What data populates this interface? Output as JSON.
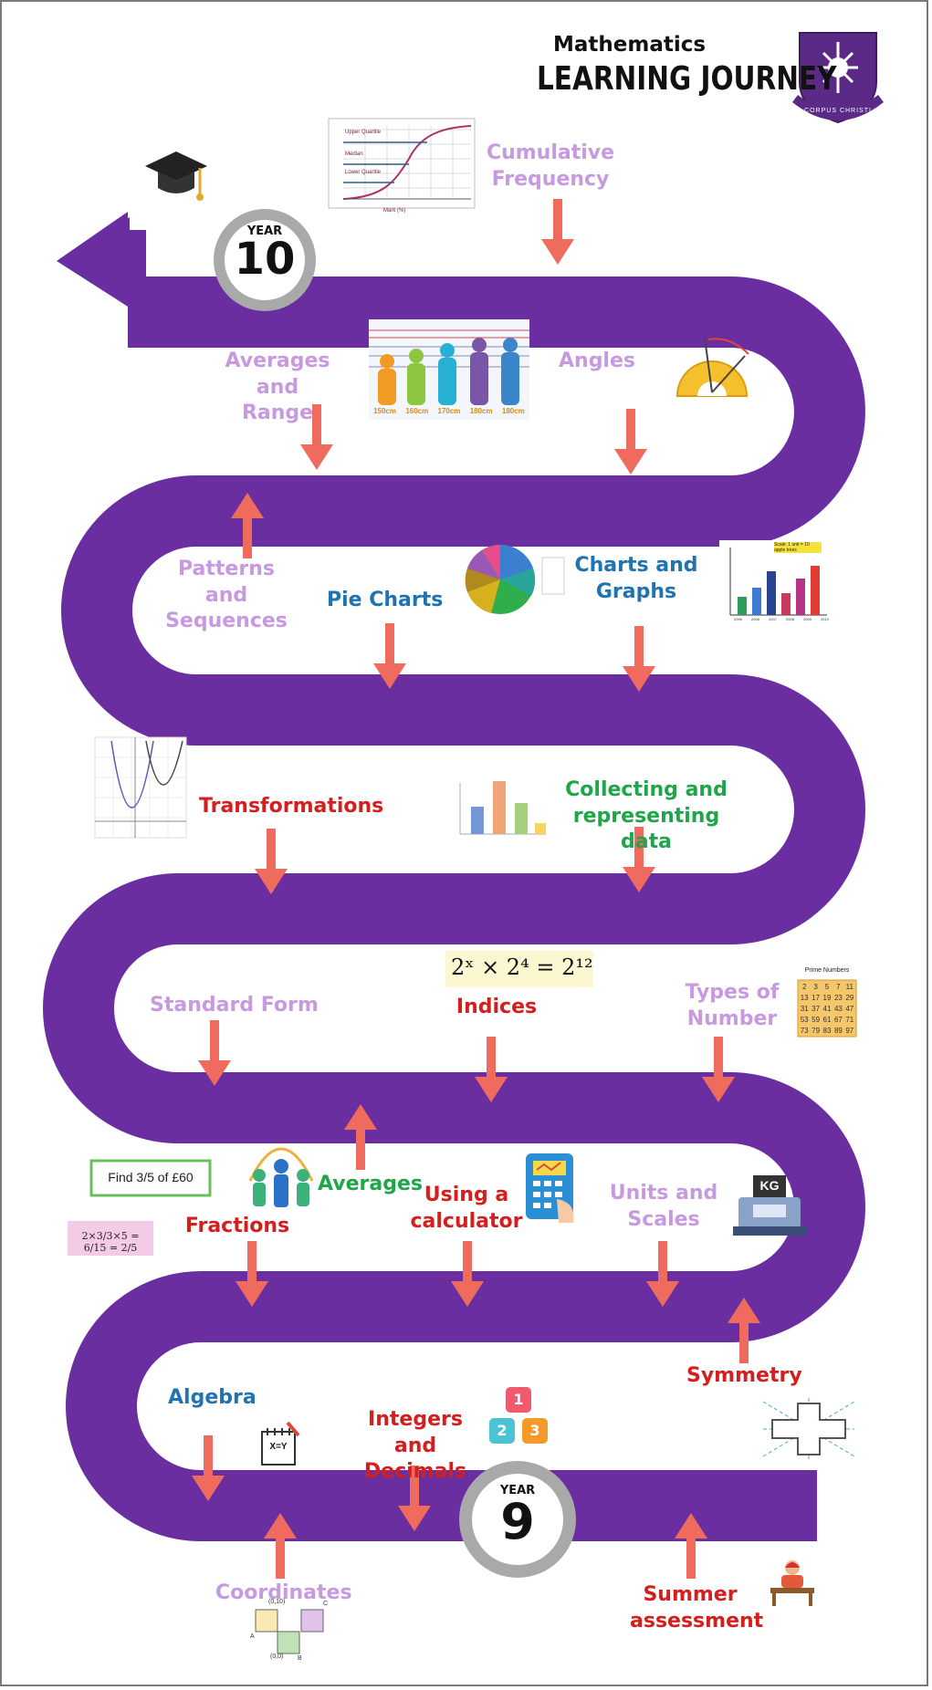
{
  "header": {
    "subtitle": "Mathematics",
    "title": "LEARNING JOURNEY",
    "crest_text": "CORPUS CHRISTI"
  },
  "badges": {
    "year10": {
      "word": "YEAR",
      "number": "10"
    },
    "year9": {
      "word": "YEAR",
      "number": "9"
    }
  },
  "topics": {
    "cumulative_frequency": "Cumulative\nFrequency",
    "averages_range": "Averages and\nRange",
    "angles": "Angles",
    "patterns_sequences": "Patterns and\nSequences",
    "pie_charts": "Pie Charts",
    "charts_graphs": "Charts and\nGraphs",
    "transformations": "Transformations",
    "collecting_data": "Collecting and\nrepresenting data",
    "standard_form": "Standard Form",
    "indices": "Indices",
    "types_of_number": "Types of\nNumber",
    "averages": "Averages",
    "using_calculator": "Using a\ncalculator",
    "units_scales": "Units and\nScales",
    "fractions": "Fractions",
    "algebra": "Algebra",
    "integers_decimals": "Integers and\nDecimals",
    "symmetry": "Symmetry",
    "coordinates": "Coordinates",
    "summer_assessment": "Summer\nassessment"
  },
  "images": {
    "height_labels": [
      "150cm",
      "160cm",
      "170cm",
      "180cm",
      "180cm"
    ],
    "cf_labels": [
      "Upper Quartile",
      "Median",
      "Lower Quartile"
    ],
    "cf_xlabel": "Mark (%)",
    "indices_equation": "2ˣ × 2⁴ = 2¹²",
    "prime_title": "Prime Numbers",
    "primes": [
      "2",
      "3",
      "5",
      "7",
      "11",
      "13",
      "17",
      "19",
      "23",
      "29",
      "31",
      "37",
      "41",
      "43",
      "47",
      "53",
      "59",
      "61",
      "67",
      "71",
      "73",
      "79",
      "83",
      "89",
      "97"
    ],
    "fraction_find": "Find 3/5 of £60",
    "fraction_calc": "2×3/3×5 = 6/15 = 2/5",
    "scale_label": "KG",
    "algebra_label": "X=Y",
    "dice": [
      "1",
      "2",
      "3"
    ],
    "coord_labels": [
      "(0,10)",
      "(0,0)",
      "A",
      "B",
      "C"
    ],
    "bar_chart_scale": "Scale: 1 unit = 10 apple trees",
    "bar_chart_years": [
      "2005",
      "2006",
      "2007",
      "2008",
      "2009",
      "2010"
    ]
  },
  "colors": {
    "road": "#6b2ea0",
    "arrow": "#ee6b5e",
    "lilac": "#c79ae0",
    "red": "#d41f1f",
    "blue": "#1e73b0",
    "green": "#1fa64a"
  }
}
